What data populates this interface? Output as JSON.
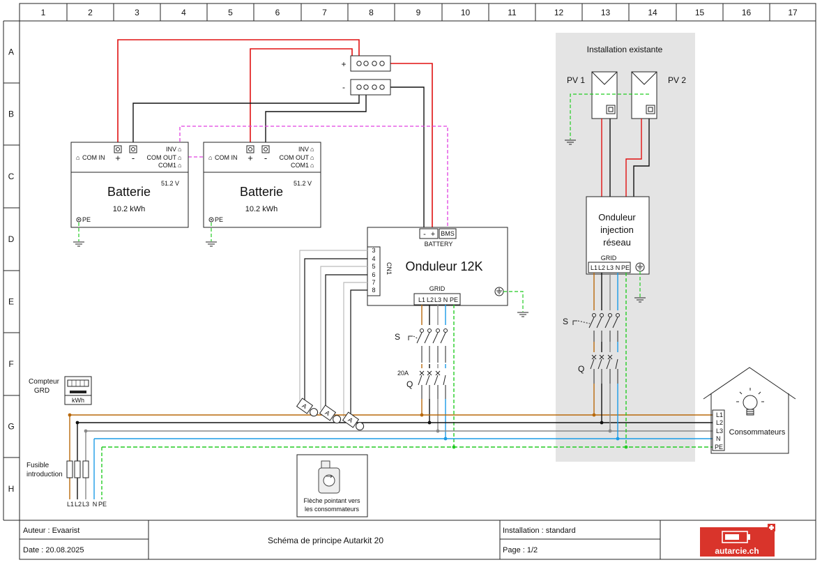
{
  "grid": {
    "columns": [
      "1",
      "2",
      "3",
      "4",
      "5",
      "6",
      "7",
      "8",
      "9",
      "10",
      "11",
      "12",
      "13",
      "14",
      "15",
      "16",
      "17"
    ],
    "rows": [
      "A",
      "B",
      "C",
      "D",
      "E",
      "F",
      "G",
      "H"
    ]
  },
  "batteries": [
    {
      "name": "Batterie",
      "capacity": "10.2 kWh",
      "voltage": "51.2 V",
      "com_in": "COM IN",
      "inv": "INV",
      "com_out": "COM OUT",
      "com1": "COM1",
      "pe": "PE",
      "plus": "+",
      "minus": "-"
    },
    {
      "name": "Batterie",
      "capacity": "10.2 kWh",
      "voltage": "51.2 V",
      "com_in": "COM IN",
      "inv": "INV",
      "com_out": "COM OUT",
      "com1": "COM1",
      "pe": "PE",
      "plus": "+",
      "minus": "-"
    }
  ],
  "busbars": {
    "plus": "+",
    "minus": "-"
  },
  "inverter": {
    "title": "Onduleur 12K",
    "battery_label": "BATTERY",
    "battery_minus": "-",
    "battery_plus": "+",
    "bms": "BMS",
    "cn1": "CN1",
    "pins": [
      "3",
      "4",
      "5",
      "6",
      "7",
      "8"
    ],
    "grid_label": "GRID",
    "grid_terminals": [
      "L1",
      "L2",
      "L3",
      "N",
      "PE"
    ]
  },
  "protection_left": {
    "switch_label": "S",
    "breaker_label": "Q",
    "rating": "20A"
  },
  "existing_installation": {
    "title": "Installation existante",
    "pv1": "PV 1",
    "pv2": "PV 2",
    "inverter_line1": "Onduleur",
    "inverter_line2": "injection",
    "inverter_line3": "réseau",
    "grid_label": "GRID",
    "grid_terminals": [
      "L1",
      "L2",
      "L3",
      "N",
      "PE"
    ],
    "switch_label": "S",
    "breaker_label": "Q"
  },
  "meter": {
    "label_line1": "Compteur",
    "label_line2": "GRD",
    "unit": "kWh"
  },
  "fuse": {
    "label_line1": "Fusible",
    "label_line2": "introduction",
    "terminals": [
      "L1",
      "L2",
      "L3",
      "N",
      "PE"
    ]
  },
  "consumers": {
    "label": "Consommateurs",
    "terminals": [
      "L1",
      "L2",
      "L3",
      "N",
      "PE"
    ]
  },
  "ct_clamp": {
    "letter": "A"
  },
  "ct_note": {
    "line1": "Flèche pointant vers",
    "line2": "les consommateurs"
  },
  "title_block": {
    "author": "Auteur : Evaarist",
    "date": "Date : 20.08.2025",
    "title": "Schéma de principe Autarkit 20",
    "installation": "Installation : standard",
    "page": "Page : 1/2",
    "logo_text": "autarcie.ch"
  },
  "colors": {
    "positive": "#e01010",
    "negative": "#111111",
    "comm": "#e040e0",
    "earth": "#22cc22",
    "l1": "#b8680a",
    "l2": "#111111",
    "l3": "#888888",
    "neutral": "#1a9be6",
    "existing_bg": "#e4e4e4",
    "logo_bg": "#d9342b"
  }
}
